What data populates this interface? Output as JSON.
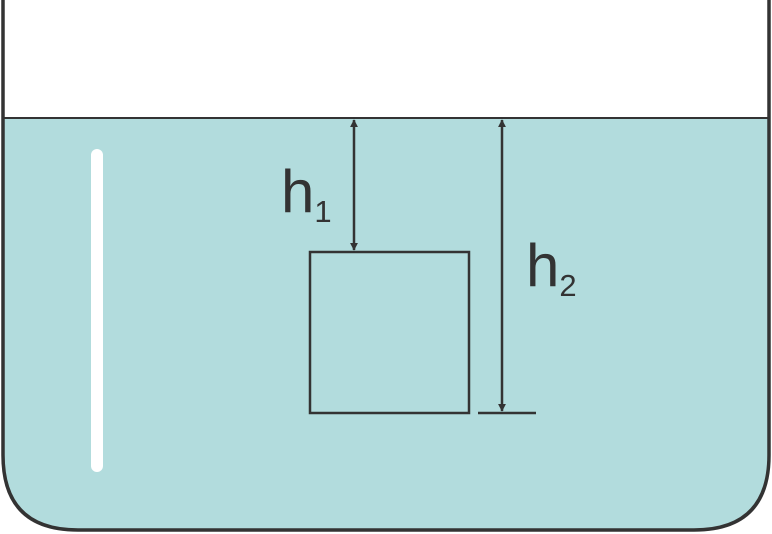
{
  "colors": {
    "water": "#b2dcdd",
    "outline": "#333333",
    "highlight": "#ffffff",
    "background": "#ffffff"
  },
  "labels": {
    "h1": {
      "main": "h",
      "sub": "1"
    },
    "h2": {
      "main": "h",
      "sub": "2"
    }
  }
}
